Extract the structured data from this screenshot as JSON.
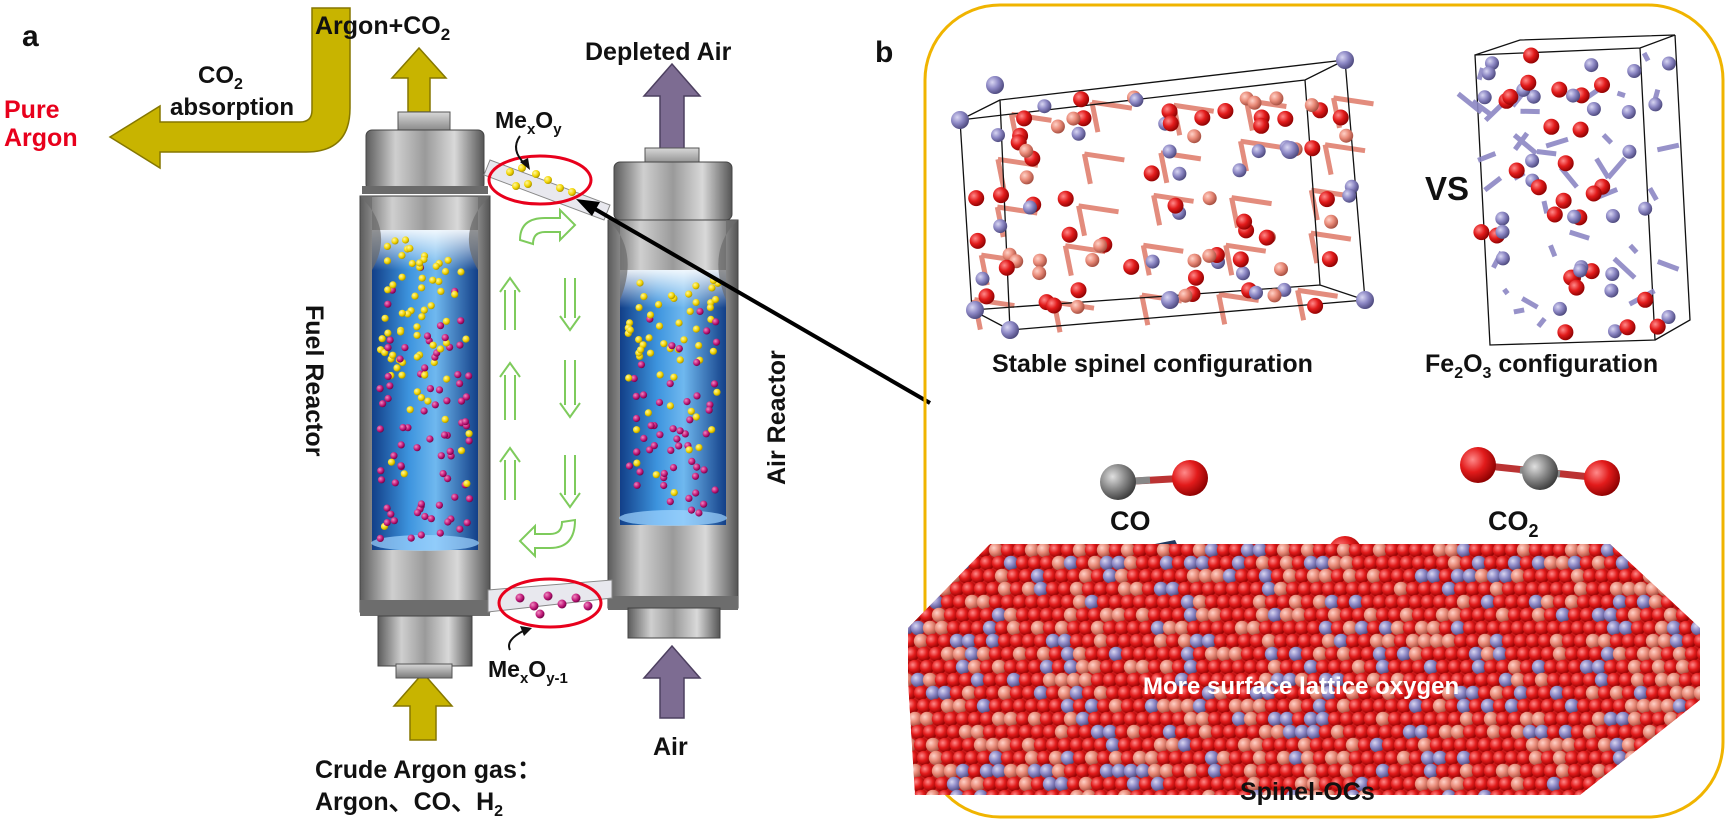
{
  "panel_a": {
    "tag": "a",
    "top_product": "Argon+CO",
    "top_product_sub": "2",
    "absorption_line1": "CO",
    "absorption_line1_sub": "2",
    "absorption_line2": "absorption",
    "pure_line1": "Pure",
    "pure_line2": "Argon",
    "depleted_air": "Depleted Air",
    "oxidized_carrier": {
      "base": "Me",
      "s1": "x",
      "mid": "O",
      "s2": "y"
    },
    "reduced_carrier": {
      "base": "Me",
      "s1": "x",
      "mid": "O",
      "s2": "y-1"
    },
    "fuel_reactor": "Fuel Reactor",
    "air_reactor": "Air Reactor",
    "air_in": "Air",
    "crude_line1": "Crude Argon gas：",
    "crude_line2": "Argon、CO、H",
    "crude_line2_sub": "2"
  },
  "panel_b": {
    "tag": "b",
    "vs": "VS",
    "stable_caption": "Stable spinel configuration",
    "fe_caption_base": "Fe",
    "fe_caption_sub1": "2",
    "fe_caption_mid": "O",
    "fe_caption_sub2": "3",
    "fe_caption_tail": " configuration",
    "co": "CO",
    "co2": "CO",
    "co2_sub": "2",
    "surface_oxygen": "More surface lattice oxygen",
    "spinel_ocs": "Spinel-OCs"
  },
  "colors": {
    "yellow_arrow": "#c8b400",
    "purple_arrow": "#7d6c92",
    "red_highlight": "#e8001c",
    "panel_border": "#f0b400",
    "oxygen_red": "#e21b1b",
    "metal_purple": "#8c87c4",
    "metal_salmon": "#e98a78",
    "reactor_blue": "#2f7fd0",
    "carbon_gray": "#777777",
    "flow_green": "#7ecb5c",
    "curved_arrow_navy": "#24395e"
  }
}
